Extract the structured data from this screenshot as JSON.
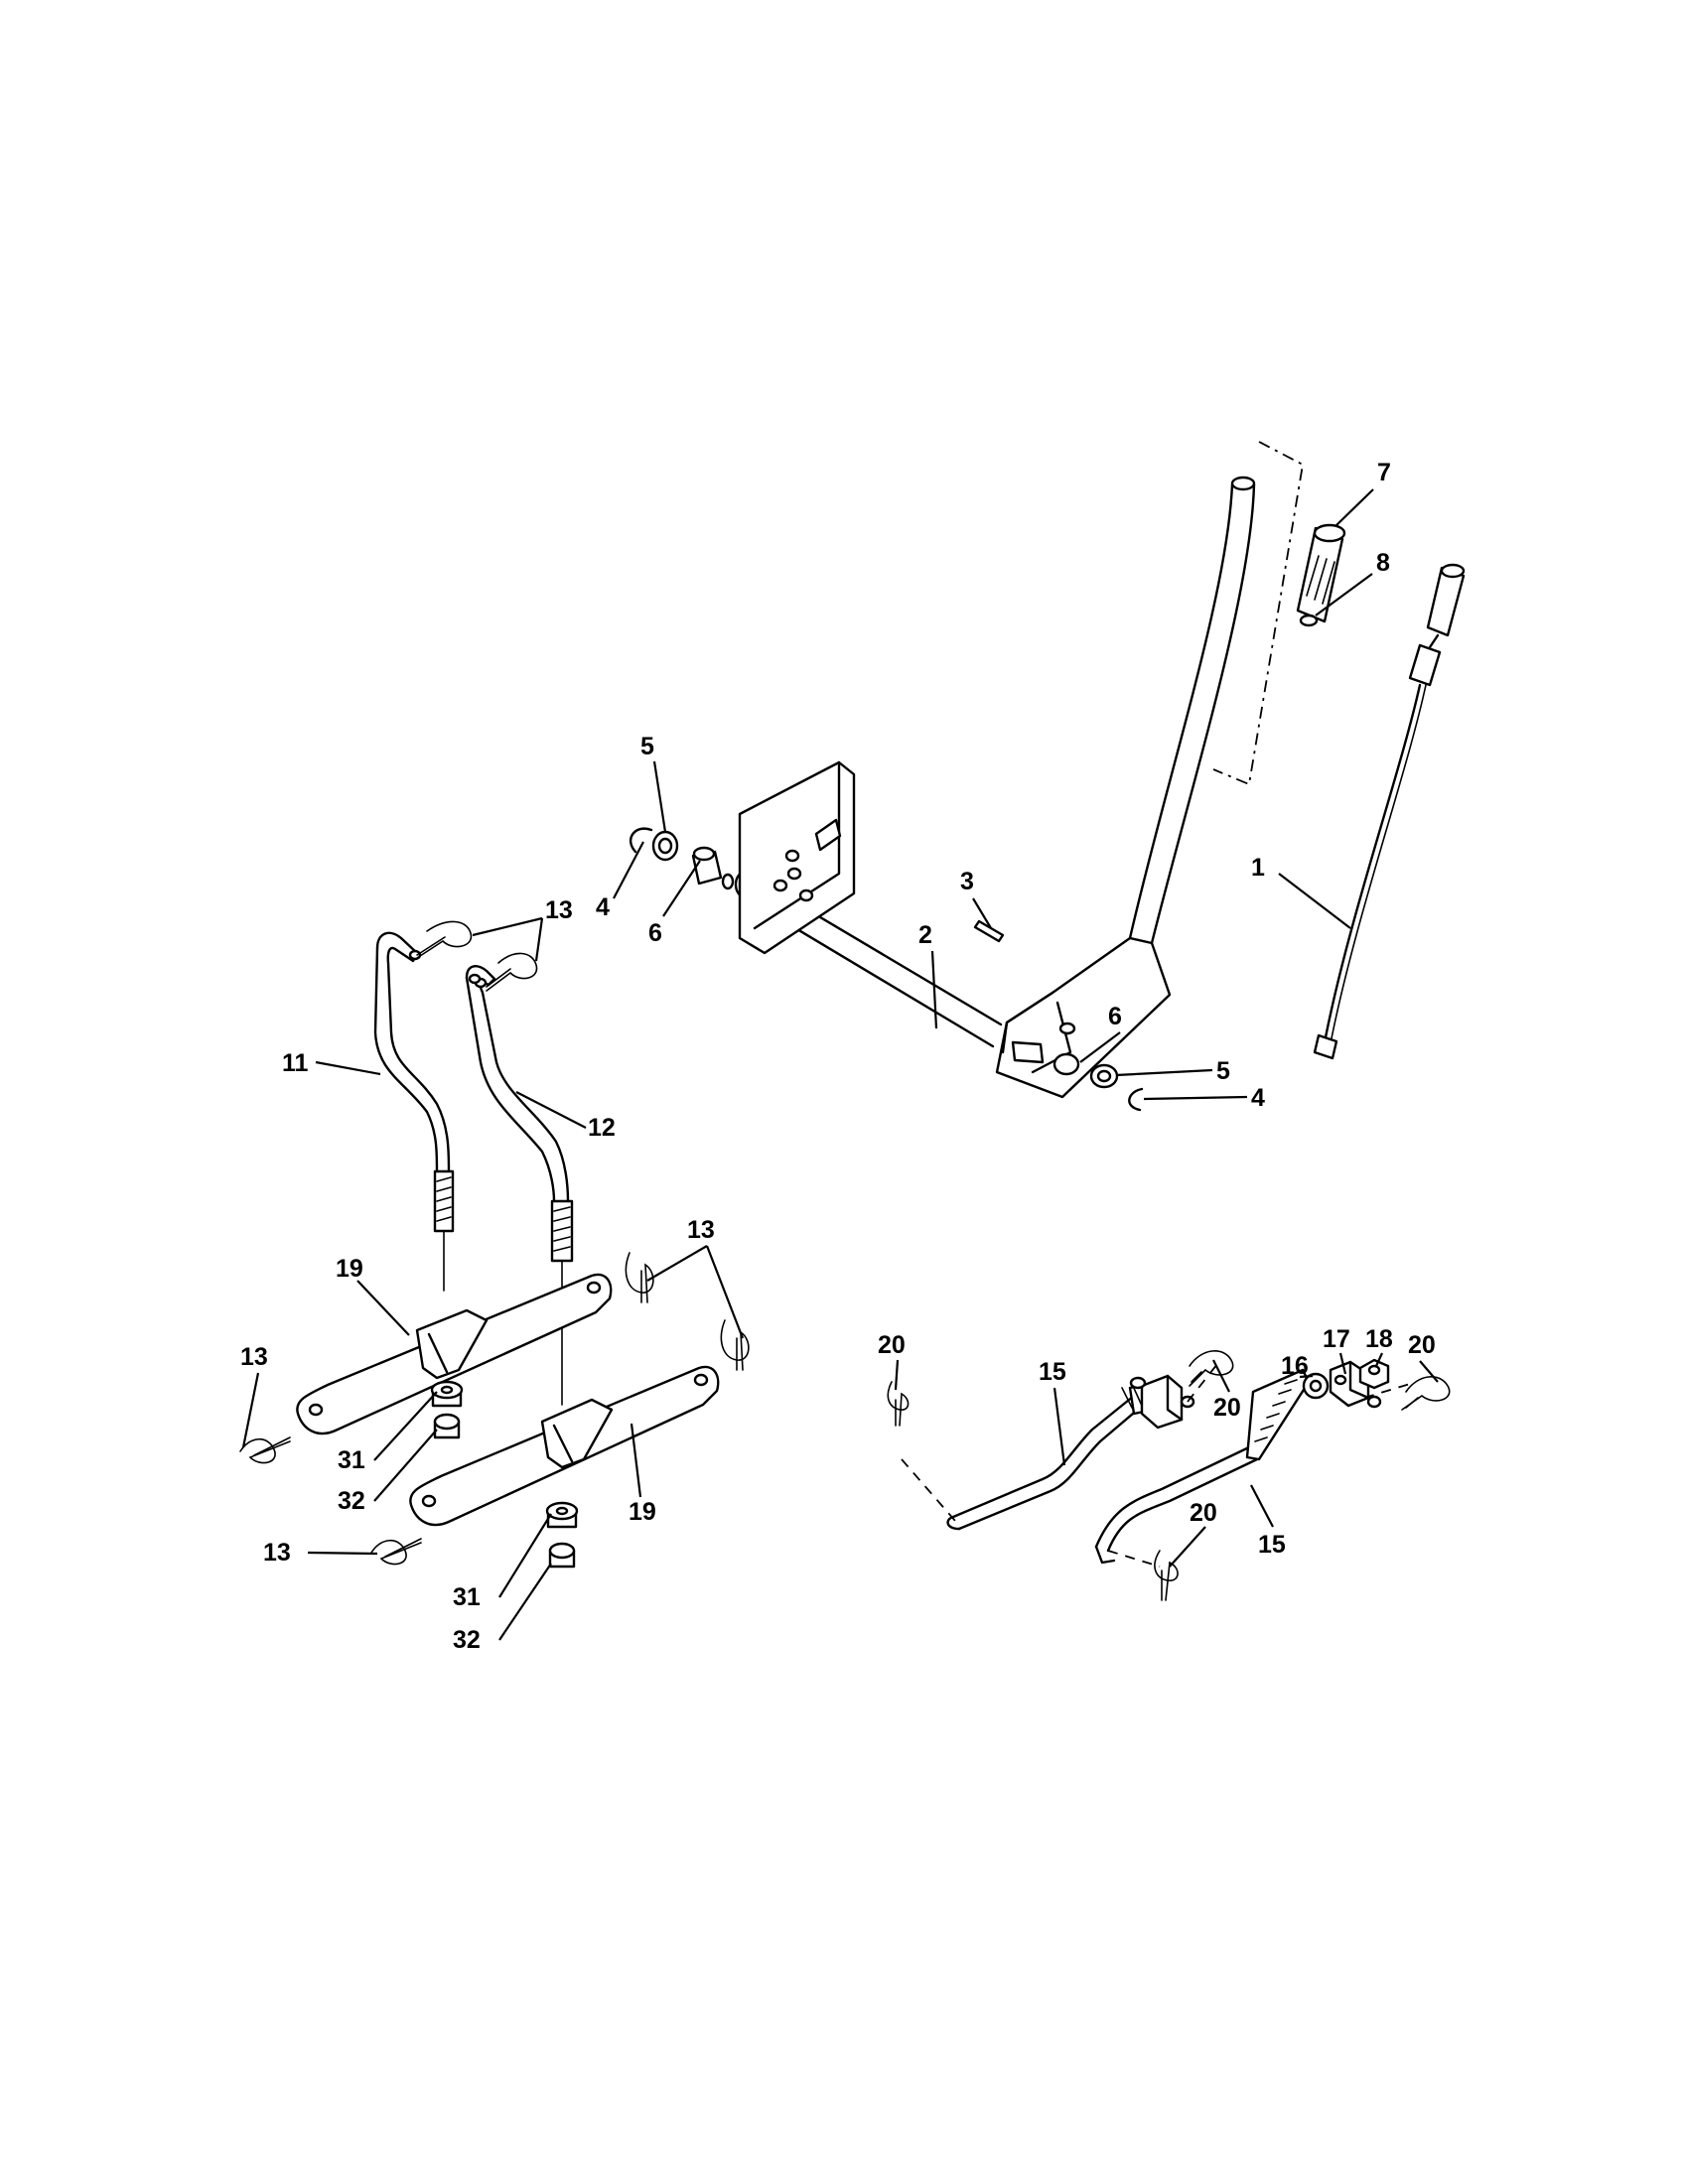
{
  "callouts": [
    {
      "id": "c7",
      "text": "7"
    },
    {
      "id": "c8",
      "text": "8"
    },
    {
      "id": "c1",
      "text": "1"
    },
    {
      "id": "c5a",
      "text": "5"
    },
    {
      "id": "c4a",
      "text": "4"
    },
    {
      "id": "c6a",
      "text": "6"
    },
    {
      "id": "c3",
      "text": "3"
    },
    {
      "id": "c2",
      "text": "2"
    },
    {
      "id": "c13a",
      "text": "13"
    },
    {
      "id": "c11",
      "text": "11"
    },
    {
      "id": "c12",
      "text": "12"
    },
    {
      "id": "c6b",
      "text": "6"
    },
    {
      "id": "c5b",
      "text": "5"
    },
    {
      "id": "c4b",
      "text": "4"
    },
    {
      "id": "c13b",
      "text": "13"
    },
    {
      "id": "c19a",
      "text": "19"
    },
    {
      "id": "c13c",
      "text": "13"
    },
    {
      "id": "c31a",
      "text": "31"
    },
    {
      "id": "c32a",
      "text": "32"
    },
    {
      "id": "c19b",
      "text": "19"
    },
    {
      "id": "c13d",
      "text": "13"
    },
    {
      "id": "c31b",
      "text": "31"
    },
    {
      "id": "c32b",
      "text": "32"
    },
    {
      "id": "c20a",
      "text": "20"
    },
    {
      "id": "c15a",
      "text": "15"
    },
    {
      "id": "c20b",
      "text": "20"
    },
    {
      "id": "c16",
      "text": "16"
    },
    {
      "id": "c17",
      "text": "17"
    },
    {
      "id": "c18",
      "text": "18"
    },
    {
      "id": "c20c",
      "text": "20"
    },
    {
      "id": "c20d",
      "text": "20"
    },
    {
      "id": "c15b",
      "text": "15"
    }
  ]
}
